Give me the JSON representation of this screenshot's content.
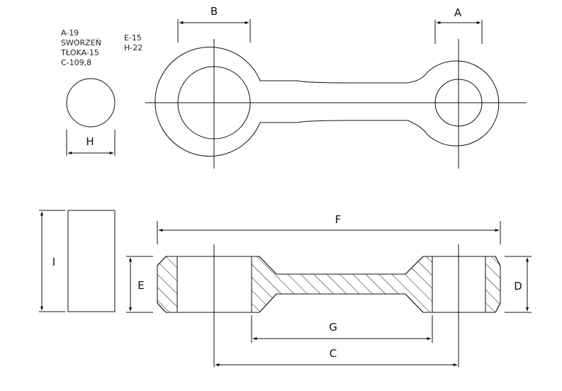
{
  "specs": {
    "left_block": [
      "A-19",
      "SWORZEŃ",
      "TŁOKA-15",
      "C-109,8"
    ],
    "right_block": [
      "E-15",
      "H-22"
    ]
  },
  "labels": {
    "a": "A",
    "b": "B",
    "c": "C",
    "d": "D",
    "e": "E",
    "f": "F",
    "g": "G",
    "h": "H",
    "i": "I"
  },
  "colors": {
    "line": "#111111",
    "background": "#ffffff"
  }
}
